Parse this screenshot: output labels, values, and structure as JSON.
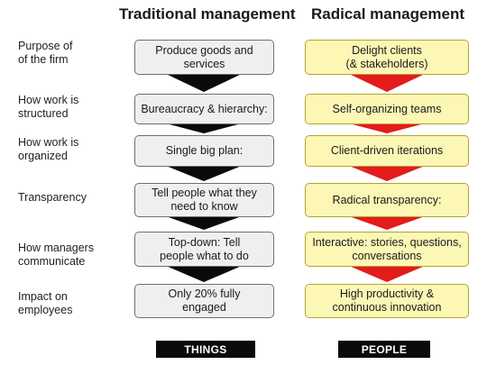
{
  "headers": {
    "traditional": "Traditional management",
    "radical": "Radical management"
  },
  "rows": [
    {
      "label": "Purpose of\nof the firm",
      "traditional": "Produce goods and\nservices",
      "radical": "Delight clients\n(& stakeholders)"
    },
    {
      "label": "How work is\nstructured",
      "traditional": "Bureaucracy & hierarchy:",
      "radical": "Self-organizing teams"
    },
    {
      "label": "How work is\norganized",
      "traditional": "Single big plan:",
      "radical": "Client-driven iterations"
    },
    {
      "label": "Transparency",
      "traditional": "Tell people what they\nneed to know",
      "radical": "Radical transparency:"
    },
    {
      "label": "How managers\ncommunicate",
      "traditional": "Top-down: Tell\npeople what to do",
      "radical": "Interactive: stories, questions,\nconversations"
    },
    {
      "label": "Impact on\nemployees",
      "traditional": "Only 20% fully\nengaged",
      "radical": "High productivity &\ncontinuous innovation"
    }
  ],
  "footer": {
    "traditional_tag": "THINGS",
    "radical_tag": "PEOPLE"
  },
  "colors": {
    "traditional_box": "#efefef",
    "traditional_arrow": "#0a0a0a",
    "radical_box": "#fdf7b5",
    "radical_arrow": "#e41b1b"
  }
}
